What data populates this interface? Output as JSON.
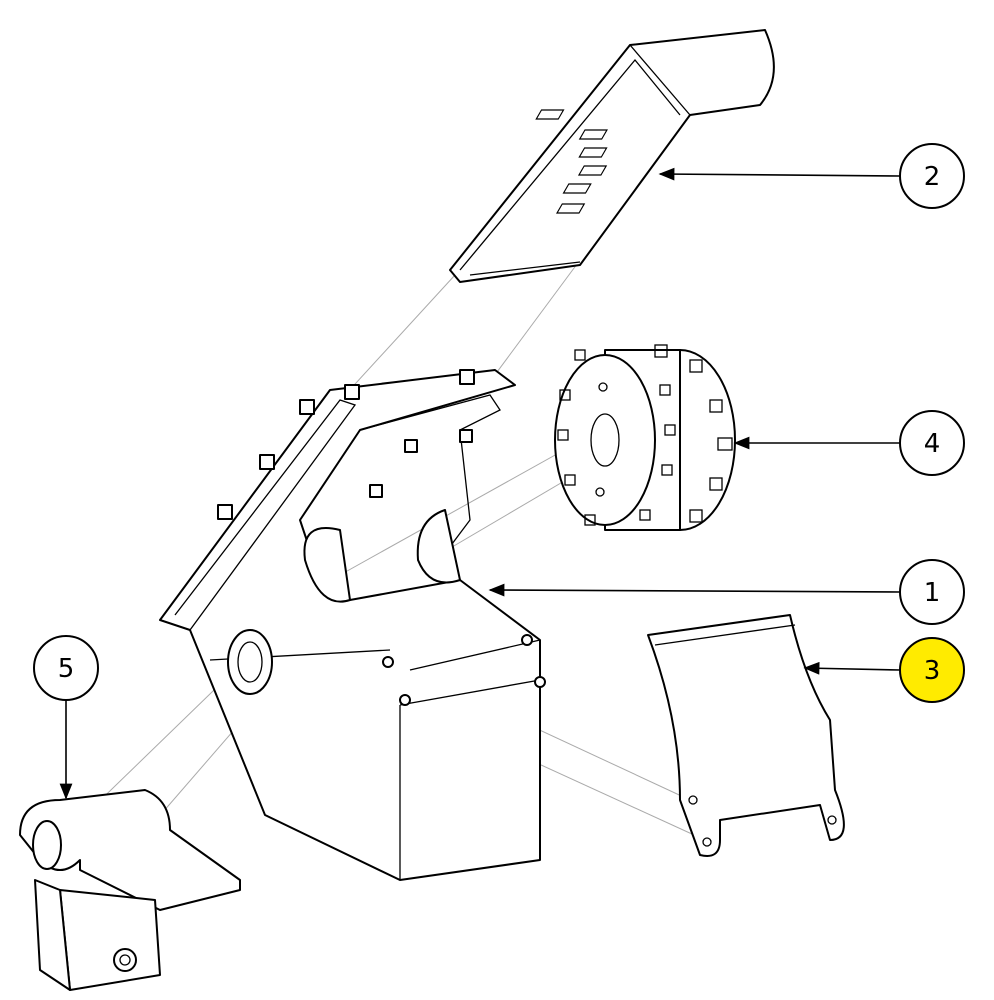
{
  "diagram": {
    "callouts": [
      {
        "id": "2",
        "label": "2",
        "part": "top-cover",
        "highlighted": false
      },
      {
        "id": "4",
        "label": "4",
        "part": "sprocket-drum",
        "highlighted": false
      },
      {
        "id": "1",
        "label": "1",
        "part": "main-housing",
        "highlighted": false
      },
      {
        "id": "3",
        "label": "3",
        "part": "curved-guard",
        "highlighted": true
      },
      {
        "id": "5",
        "label": "5",
        "part": "bearing-bracket",
        "highlighted": false
      }
    ],
    "colors": {
      "highlight": "#FFEB00",
      "line": "#000000",
      "construction": "#AAAAAA"
    }
  }
}
